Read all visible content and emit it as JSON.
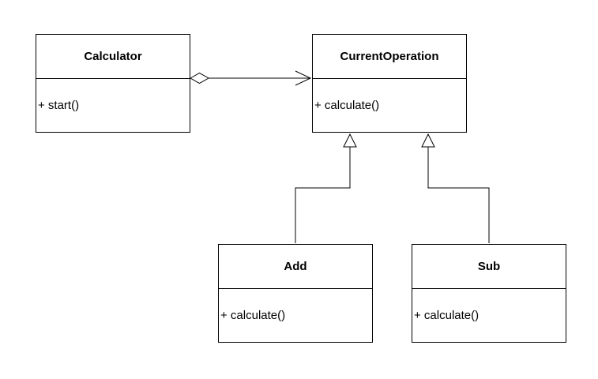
{
  "classes": {
    "calculator": {
      "name": "Calculator",
      "members": [
        "+ start()"
      ]
    },
    "current_operation": {
      "name": "CurrentOperation",
      "members": [
        "+ calculate()"
      ]
    },
    "add": {
      "name": "Add",
      "members": [
        "+ calculate()"
      ]
    },
    "sub": {
      "name": "Sub",
      "members": [
        "+ calculate()"
      ]
    }
  },
  "relations": [
    {
      "type": "aggregation",
      "from": "Calculator",
      "to": "CurrentOperation"
    },
    {
      "type": "generalization",
      "from": "Add",
      "to": "CurrentOperation"
    },
    {
      "type": "generalization",
      "from": "Sub",
      "to": "CurrentOperation"
    }
  ],
  "colors": {
    "stroke": "#000000",
    "fill": "#ffffff"
  }
}
